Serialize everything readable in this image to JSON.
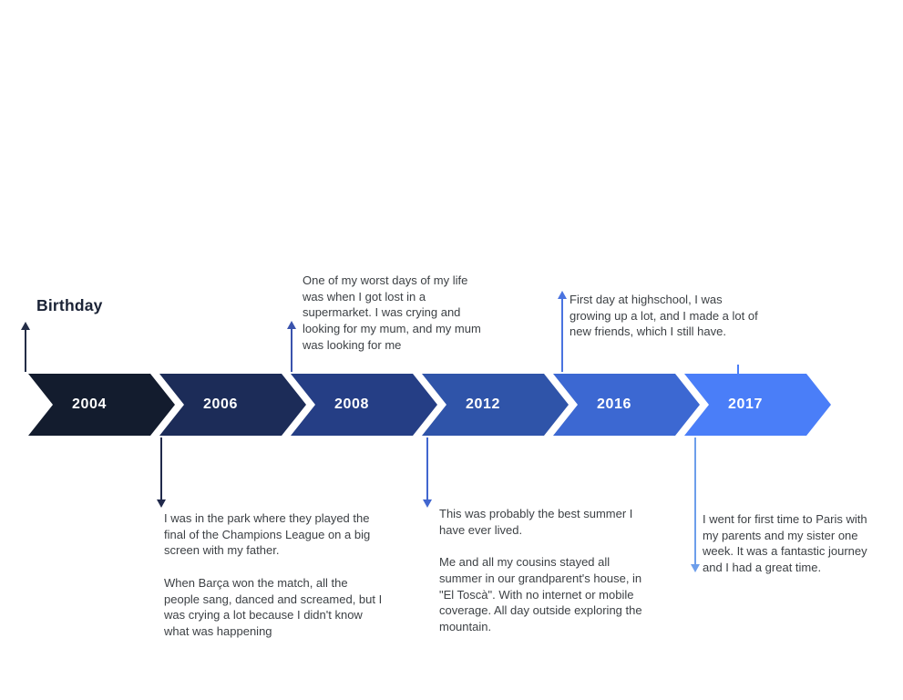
{
  "title": {
    "label": "Birthday"
  },
  "timeline": {
    "years": [
      {
        "label": "2004",
        "color": "#131c2e"
      },
      {
        "label": "2006",
        "color": "#1c2c58"
      },
      {
        "label": "2008",
        "color": "#253e85"
      },
      {
        "label": "2012",
        "color": "#2f54a9"
      },
      {
        "label": "2016",
        "color": "#3c68d2"
      },
      {
        "label": "2017",
        "color": "#4a7ef8"
      }
    ]
  },
  "annotations": {
    "birthday": {
      "arrow_color": "#232d47"
    },
    "y2006": {
      "arrow_color": "#20294b",
      "text": "I was in the park where they played the\nfinal of the Champions League on a big\nscreen with my father.\n\nWhen Barça won the match, all the\npeople sang, danced and screamed, but I\nwas crying a lot because I didn't know\nwhat was happening"
    },
    "y2008": {
      "arrow_color": "#3a53ad",
      "text": "One of my worst days of my life\nwas when I got lost in a\nsupermarket. I was crying and\nlooking for my mum, and my mum\nwas looking for me"
    },
    "y2012": {
      "arrow_color": "#4166cf",
      "text": "This was probably the best summer I\nhave ever lived.\n\nMe and all my cousins stayed all\nsummer in our grandparent's house, in\n\"El Toscà\". With no internet or mobile\ncoverage. All day outside exploring the\nmountain."
    },
    "y2016": {
      "arrow_color": "#4a73e0",
      "text": "First day at highschool, I was\ngrowing up a lot, and I made a lot of\nnew friends, which I still have."
    },
    "y2017": {
      "arrow_color": "#6d9eeb",
      "text": "I went for first time to Paris with\nmy parents and my sister one\nweek. It was a fantastic journey\nand I had a great  time."
    }
  }
}
